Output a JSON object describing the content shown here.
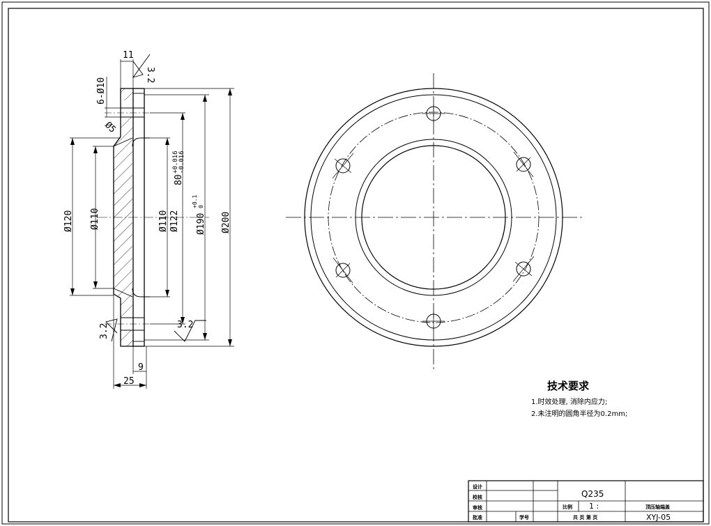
{
  "side_view": {
    "dim_thickness_top": "11",
    "roughness_top": "3.2",
    "holes": "6-Ø10",
    "chamfer": "Ø5",
    "d_bore_tol_upper": "+0.016",
    "d_bore_tol_lower": "-0.016",
    "d_bore": "80",
    "d_outer": "Ø200",
    "d_pcd": "Ø190",
    "d_pcd_tol_upper": "+0.1",
    "d_pcd_tol_lower": "0",
    "d_122": "Ø122",
    "d_110_inner": "Ø110",
    "d_120": "Ø120",
    "d_110": "Ø110",
    "roughness_left": "3.2",
    "roughness_bottom": "3.2",
    "dim_9": "9",
    "dim_25": "25"
  },
  "requirements": {
    "title": "技术要求",
    "line1": "1.时效处理, 消除内应力;",
    "line2": "2.未注明的圆角半径为0.2mm;"
  },
  "title_block": {
    "row_designer": "设计",
    "row_checker": "校核",
    "row_reviewer": "审核",
    "row_approver": "批准",
    "doc_no_label": "学号",
    "material": "Q235",
    "scale_label": "比例",
    "scale_value": "1 :",
    "sheet_text": "共 页 第 页",
    "part_name": "顶压轴端盖",
    "drawing_no": "XYJ-05"
  }
}
